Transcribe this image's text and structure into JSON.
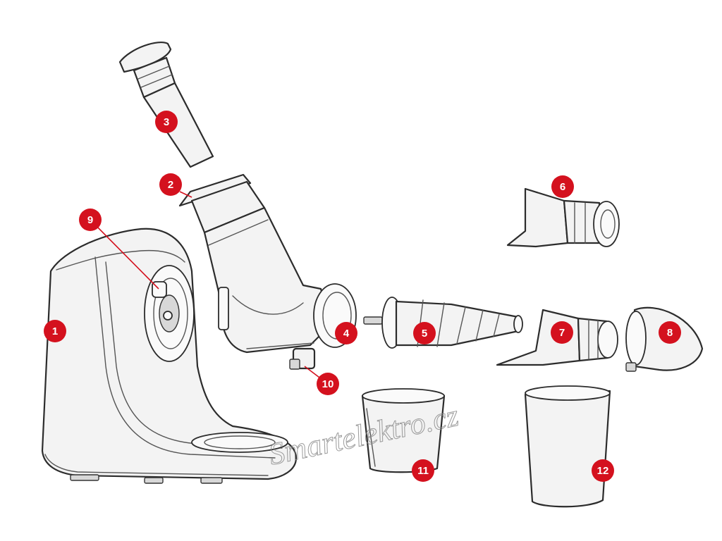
{
  "diagram": {
    "callouts": [
      {
        "id": "1",
        "label": "1",
        "part": "motor-base"
      },
      {
        "id": "2",
        "label": "2",
        "part": "feeding-chute-lid"
      },
      {
        "id": "3",
        "label": "3",
        "part": "food-pusher"
      },
      {
        "id": "4",
        "label": "4",
        "part": "juicing-drum"
      },
      {
        "id": "5",
        "label": "5",
        "part": "auger"
      },
      {
        "id": "6",
        "label": "6",
        "part": "juicing-screen"
      },
      {
        "id": "7",
        "label": "7",
        "part": "juicing-screen-small"
      },
      {
        "id": "8",
        "label": "8",
        "part": "end-cap"
      },
      {
        "id": "9",
        "label": "9",
        "part": "drive-shaft"
      },
      {
        "id": "10",
        "label": "10",
        "part": "drip-stopper"
      },
      {
        "id": "11",
        "label": "11",
        "part": "juice-cup"
      },
      {
        "id": "12",
        "label": "12",
        "part": "pulp-container"
      }
    ],
    "watermark": "Smartelektro.cz",
    "colors": {
      "badge": "#d4111e",
      "outline": "#2c2c2c",
      "fill": "#f3f3f3"
    }
  }
}
